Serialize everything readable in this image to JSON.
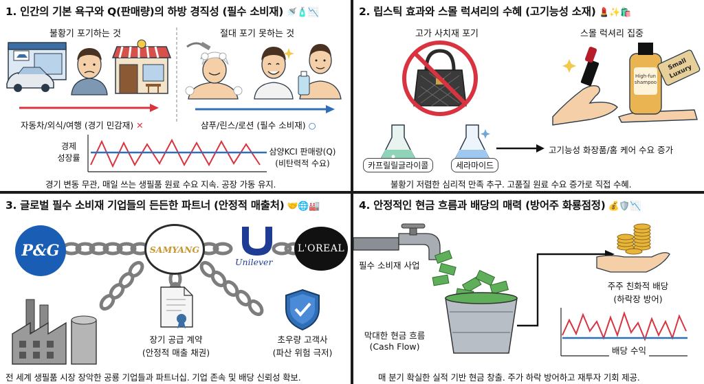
{
  "panel1": {
    "title": "1. 인간의 기본 욕구와 Q(판매량)의 하방 경직성 (필수 소비재)",
    "title_emoji": "🚿🧴📉",
    "left_header": "불황기 포기하는 것",
    "right_header": "절대 포기 못하는 것",
    "left_label": "자동차/외식/여행 (경기 민감재)",
    "left_mark": "✕",
    "right_label": "샴푸/린스/로션 (필수 소비재)",
    "right_mark": "○",
    "chart_left_label_1": "경제",
    "chart_left_label_2": "성장률",
    "chart_right_label_1": "삼양KCI 판매량(Q)",
    "chart_right_label_2": "(비탄력적 수요)",
    "caption": "경기 변동 무관, 매일 쓰는 생필품 원료 수요 지속. 공장 가동 유지.",
    "colors": {
      "red": "#d9333f",
      "blue": "#2f6fb8"
    }
  },
  "panel2": {
    "title": "2. 립스틱 효과와 스몰 럭셔리의 수혜 (고기능성 소재)",
    "title_emoji": "💄✨🛍️",
    "left_header": "고가 사치재 포기",
    "right_header": "스몰 럭셔리 집중",
    "tag_text_1": "Small",
    "tag_text_2": "Luxury",
    "bottle_text_1": "High-fun",
    "bottle_text_2": "shampoo",
    "flask1_label": "카프릴릴글라이콜",
    "flask2_label": "세라마이드",
    "arrow_label": "고기능성 화장품/홈 케어 수요 증가",
    "caption": "불황기 저렴한 심리적 만족 추구. 고품질 원료 수요 증가로 직접 수혜."
  },
  "panel3": {
    "title": "3. 글로벌 필수 소비재 기업들의 든든한 파트너 (안정적 매출처)",
    "title_emoji": "🤝🌐🏭",
    "logo_pg": "P&G",
    "logo_samyang": "SAMYANG",
    "logo_unilever": "Unilever",
    "logo_loreal": "L'OREAL",
    "contract_label_1": "장기 공급 계약",
    "contract_label_2": "(안정적 매출 채권)",
    "shield_label_1": "초우량 고객사",
    "shield_label_2": "(파산 위험 극저)",
    "caption": "전 세계 생필품 시장 장악한 공룡 기업들과 파트너십. 기업 존속 및 배당 신뢰성 확보."
  },
  "panel4": {
    "title": "4. 안정적인 현금 흐름과 배당의 매력 (방어주 화룡점정)",
    "title_emoji": "💰🛡️📉",
    "faucet_label": "필수 소비재 사업",
    "bucket_label_1": "막대한 현금 흐름",
    "bucket_label_2": "(Cash Flow)",
    "dividend_label_1": "주주 친화적 배당",
    "dividend_label_2": "(하락장 방어)",
    "yield_label": "배당 수익",
    "caption": "매 분기 확실한 실적 기반 현금 창출. 주가 하락 방어하고 재투자 기회 제공."
  }
}
